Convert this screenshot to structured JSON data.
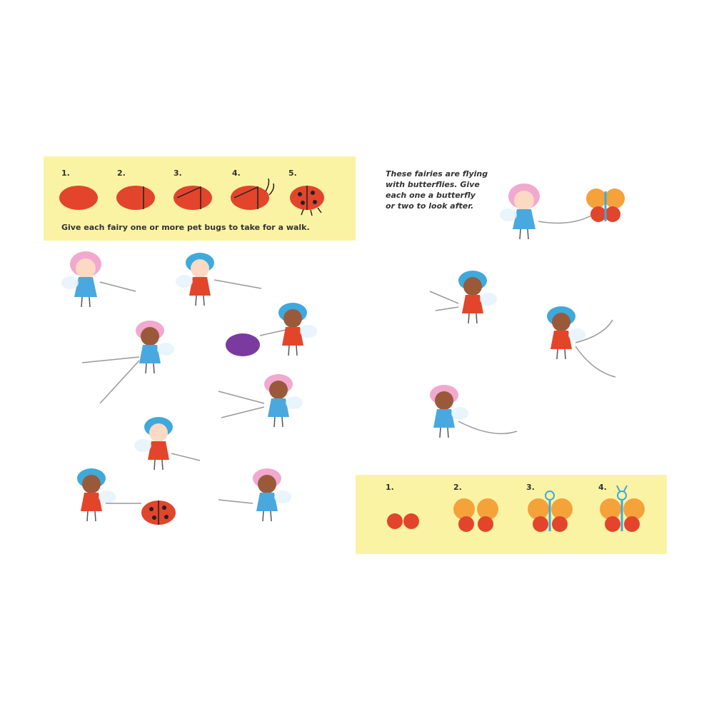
{
  "ladybird_panel": {
    "steps": [
      "1.",
      "2.",
      "3.",
      "4.",
      "5."
    ],
    "caption": "Give each fairy one or more pet bugs to take for a walk."
  },
  "butterfly_intro": {
    "lines": [
      "These fairies are flying",
      "with butterflies. Give",
      "each one a butterfly",
      "or two to look after."
    ]
  },
  "butterfly_panel": {
    "steps": [
      "1.",
      "2.",
      "3.",
      "4."
    ]
  },
  "colors": {
    "panel_yellow": "#fbf3a4",
    "ladybird_red": "#e2452b",
    "butterfly_orange": "#f5a23a",
    "fairy_blue_hair": "#3fa9dc",
    "fairy_pink_hair": "#f2a8cf"
  }
}
